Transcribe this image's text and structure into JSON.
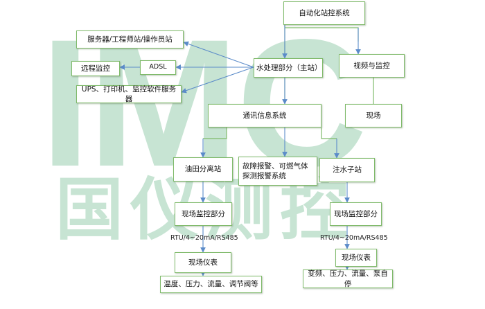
{
  "watermark": {
    "logo_letters": "IMC",
    "brand_text": "国仪测控",
    "color": "#c7e4d3"
  },
  "colors": {
    "box_border": "#7fba6a",
    "arrow": "#5b8bc9",
    "connector": "#7fba6a"
  },
  "nodes": {
    "auto_station": "自动化站控系统",
    "servers": "服务器/工程师站/操作员站",
    "remote_monitor": "远程监控",
    "adsl": "ADSL",
    "ups_printer": "UPS、打印机、监控软件服务器",
    "water_treatment": "水处理部分（主站）",
    "video_monitor": "视频与监控",
    "comm_system": "通讯信息系统",
    "field_right": "现场",
    "oil_field_station": "油田分离站",
    "fault_alarm": "故障报警、可燃气体探测报警系统",
    "water_injection": "注水子站",
    "field_monitor_left": "现场监控部分",
    "protocol_left": "RTU/4~20mA/RS485",
    "field_instrument_left": "现场仪表",
    "params_left": "温度、压力、流量、调节阀等",
    "field_monitor_right": "现场监控部分",
    "protocol_right": "RTU/4~20mA/RS485",
    "field_instrument_right": "现场仪表",
    "params_right": "变频、压力、流量、泵自停"
  }
}
